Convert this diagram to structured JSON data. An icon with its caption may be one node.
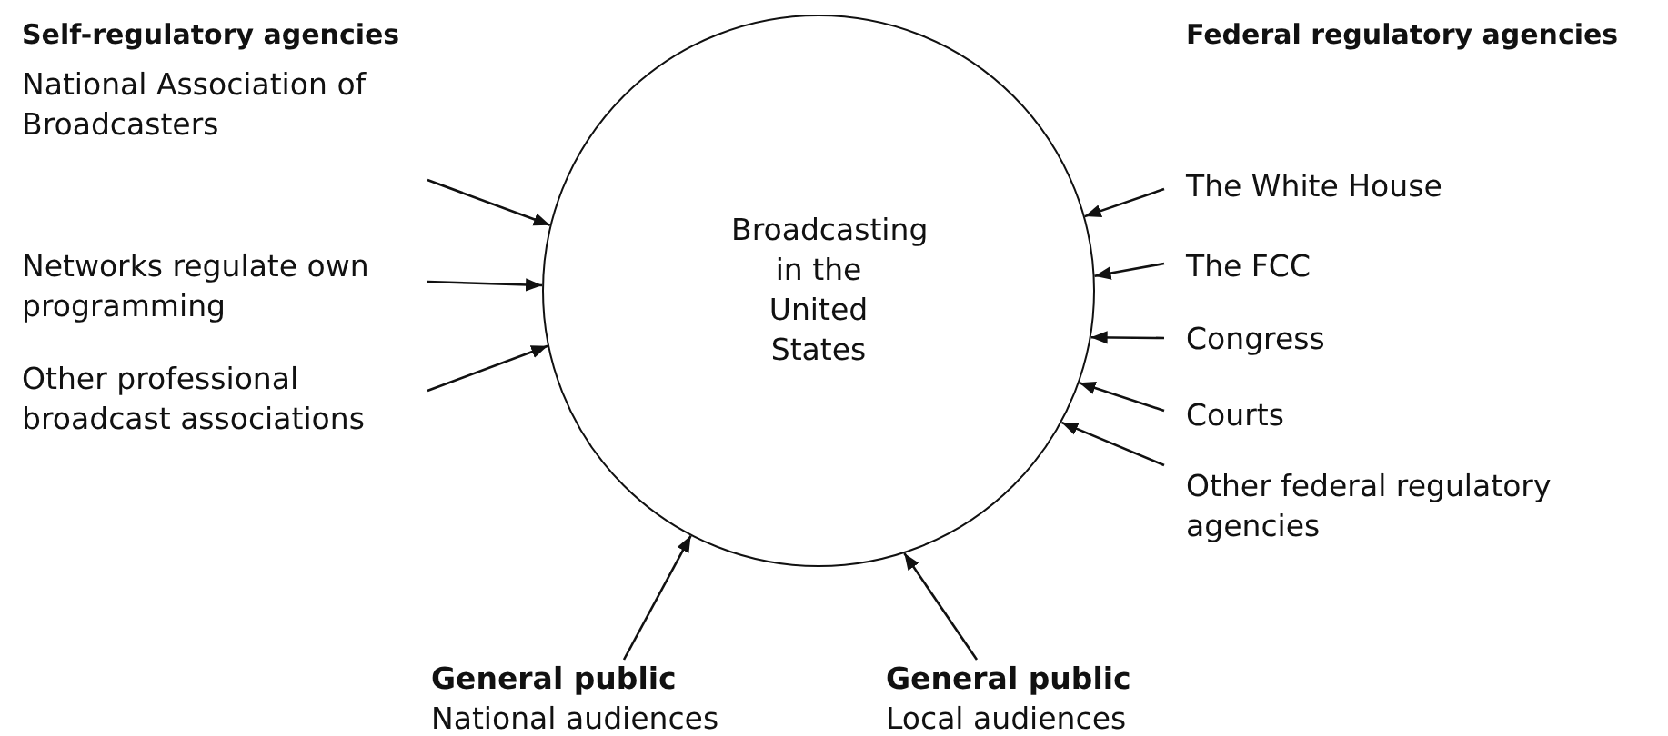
{
  "diagram": {
    "nodes": [
      {
        "text": [
          "Broadcasting in the United States"
        ]
      },
      {
        "text": [
          "National Association of Broadcasters"
        ]
      },
      {
        "text": [
          "Networks regulate own programming"
        ]
      },
      {
        "text": [
          "Other professional broadcast associations"
        ]
      },
      {
        "text": [
          "The White House"
        ]
      },
      {
        "text": [
          "The FCC"
        ]
      },
      {
        "text": [
          "Congress"
        ]
      },
      {
        "text": [
          "Courts"
        ]
      },
      {
        "text": [
          "Other federal regulatory agencies"
        ]
      },
      {
        "text": [
          "General public",
          "National audiences"
        ]
      },
      {
        "text": [
          "General public",
          "Local audiences"
        ]
      }
    ],
    "edges": [
      {
        "from": 1,
        "to": 0,
        "arrow": "to"
      },
      {
        "from": 2,
        "to": 0,
        "arrow": "to"
      },
      {
        "from": 3,
        "to": 0,
        "arrow": "to"
      },
      {
        "from": 4,
        "to": 0,
        "arrow": "to"
      },
      {
        "from": 5,
        "to": 0,
        "arrow": "to"
      },
      {
        "from": 6,
        "to": 0,
        "arrow": "to"
      },
      {
        "from": 7,
        "to": 0,
        "arrow": "to"
      },
      {
        "from": 8,
        "to": 0,
        "arrow": "to"
      },
      {
        "from": 9,
        "to": 0,
        "arrow": "to"
      },
      {
        "from": 10,
        "to": 0,
        "arrow": "to"
      }
    ],
    "labels": [
      "Self-regulatory agencies",
      "Federal regulatory agencies"
    ]
  }
}
